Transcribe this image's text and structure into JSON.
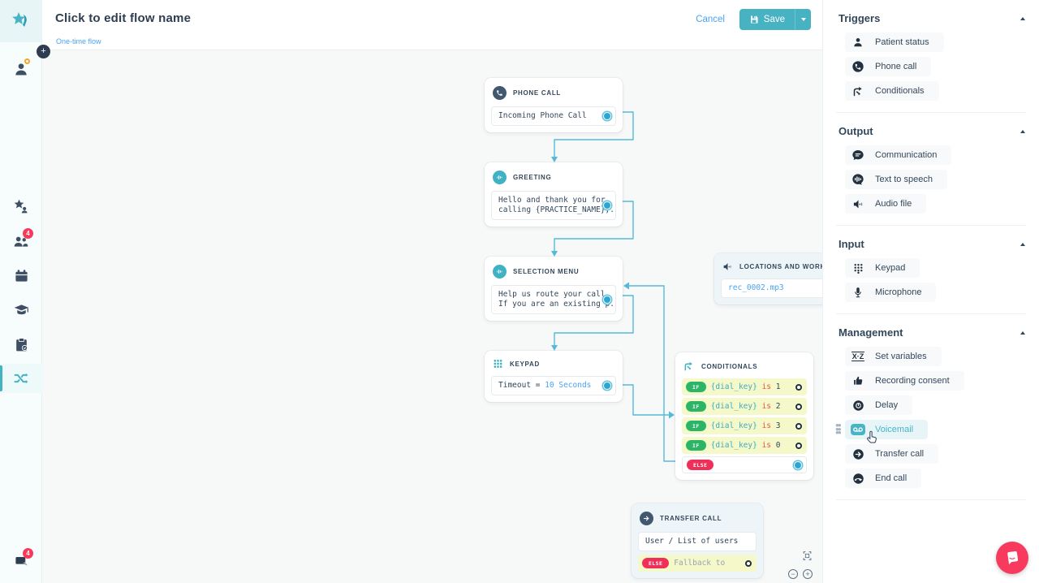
{
  "header": {
    "title": "Click to edit flow name",
    "flow_type": "One-time flow",
    "cancel_label": "Cancel",
    "save_label": "Save"
  },
  "left_sidebar": {
    "items": [
      "user",
      "star-user",
      "patients-group",
      "calendar",
      "graduation-cap",
      "clipboard",
      "flows-shuffle",
      "chat"
    ],
    "active_item": "flows-shuffle",
    "patients_badge": "4",
    "chat_badge": "4"
  },
  "canvas": {
    "nodes": {
      "phone_call": {
        "label": "PHONE CALL",
        "body": "Incoming Phone Call"
      },
      "greeting": {
        "label": "GREETING",
        "line1": "Hello and thank you for",
        "line2": "calling {PRACTICE_NAME},..."
      },
      "selection_menu": {
        "label": "SELECTION MENU",
        "line1": "Help us route your call.",
        "line2": "If you are an existing p..."
      },
      "locations_audio": {
        "label": "LOCATIONS AND WORKING HOURS",
        "body": "rec_0002.mp3"
      },
      "keypad": {
        "label": "KEYPAD",
        "body_prefix": "Timeout = ",
        "body_value": "10 Seconds"
      },
      "conditionals": {
        "label": "CONDITIONALS",
        "rows": [
          {
            "pill": "IF",
            "variable": "{dial_key}",
            "operator": "is",
            "value": "1"
          },
          {
            "pill": "IF",
            "variable": "{dial_key}",
            "operator": "is",
            "value": "2"
          },
          {
            "pill": "IF",
            "variable": "{dial_key}",
            "operator": "is",
            "value": "3"
          },
          {
            "pill": "IF",
            "variable": "{dial_key}",
            "operator": "is",
            "value": "0"
          }
        ],
        "else_pill": "ELSE"
      },
      "transfer_call": {
        "label": "TRANSFER CALL",
        "target": "User / List of users",
        "else_pill": "ELSE",
        "else_text": "Fallback to"
      }
    },
    "zoom_controls": {
      "zoom_out": "−",
      "zoom_in": "+"
    }
  },
  "palette": {
    "sections": [
      {
        "title": "Triggers",
        "items": [
          {
            "icon": "patient-status-icon",
            "label": "Patient status"
          },
          {
            "icon": "phone-icon",
            "label": "Phone call"
          },
          {
            "icon": "conditionals-icon",
            "label": "Conditionals"
          }
        ]
      },
      {
        "title": "Output",
        "items": [
          {
            "icon": "communication-icon",
            "label": "Communication"
          },
          {
            "icon": "text-to-speech-icon",
            "label": "Text to speech"
          },
          {
            "icon": "audio-file-icon",
            "label": "Audio file"
          }
        ]
      },
      {
        "title": "Input",
        "items": [
          {
            "icon": "keypad-icon",
            "label": "Keypad"
          },
          {
            "icon": "microphone-icon",
            "label": "Microphone"
          }
        ]
      },
      {
        "title": "Management",
        "items": [
          {
            "icon": "set-variables-icon",
            "label": "Set variables",
            "glyph": "X·Z"
          },
          {
            "icon": "recording-consent-icon",
            "label": "Recording consent"
          },
          {
            "icon": "delay-icon",
            "label": "Delay"
          },
          {
            "icon": "voicemail-icon",
            "label": "Voicemail",
            "active": true
          },
          {
            "icon": "transfer-call-icon",
            "label": "Transfer call"
          },
          {
            "icon": "end-call-icon",
            "label": "End call"
          }
        ]
      }
    ]
  },
  "colors": {
    "accent_teal": "#47b2c1",
    "link_blue": "#49a4f2",
    "wire_teal": "#56b9d9",
    "condition_yellow": "#f5f8c9",
    "if_green": "#2cb567",
    "else_red": "#ef2f57",
    "badge_red": "#f8395c",
    "text_slate": "#33475b"
  }
}
